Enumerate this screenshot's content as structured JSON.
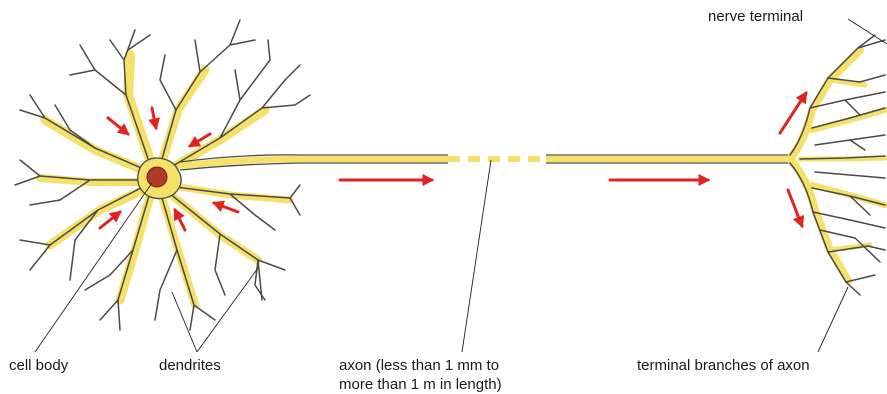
{
  "labels": {
    "cell_body": "cell body",
    "dendrites": "dendrites",
    "axon_line1": "axon (less than 1 mm to",
    "axon_line2": "more than 1 m in length)",
    "terminal_branches": "terminal branches of axon",
    "nerve_terminal": "nerve terminal"
  },
  "colors": {
    "cytoplasm": "#f5e06a",
    "outline": "#4a4a4a",
    "nucleus": "#b23a2a",
    "signal_arrow": "#e0231f"
  }
}
